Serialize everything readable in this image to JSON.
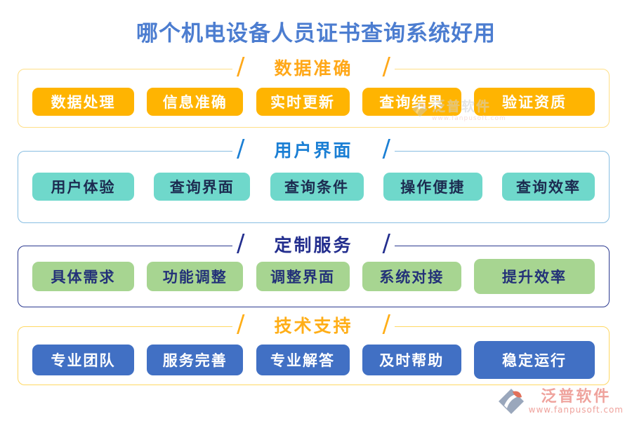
{
  "page": {
    "title": "哪个机电设备人员证书查询系统好用",
    "title_color": "#4c7dd0"
  },
  "decor": {
    "slash": "/"
  },
  "sections": [
    {
      "title": "数据准确",
      "items": [
        "数据处理",
        "信息准确",
        "实时更新",
        "查询结果",
        "验证资质"
      ],
      "colors": {
        "border": "#ffdf87",
        "title": "#ffa819",
        "button_bg": "#ffb401",
        "button_text": "#ffffff"
      }
    },
    {
      "title": "用户界面",
      "items": [
        "用户体验",
        "查询界面",
        "查询条件",
        "操作便捷",
        "查询效率"
      ],
      "colors": {
        "border": "#88bee2",
        "title": "#1b7fd4",
        "button_bg": "#6fd8cb",
        "button_text": "#1c2b50"
      }
    },
    {
      "title": "定制服务",
      "items": [
        "具体需求",
        "功能调整",
        "调整界面",
        "系统对接",
        "提升效率"
      ],
      "colors": {
        "border": "#2b3990",
        "title": "#232e8e",
        "button_bg": "#a7d591",
        "button_text": "#233178"
      }
    },
    {
      "title": "技术支持",
      "items": [
        "专业团队",
        "服务完善",
        "专业解答",
        "及时帮助",
        "稳定运行"
      ],
      "colors": {
        "border": "#ffd863",
        "title": "#ffae17",
        "button_bg": "#4170c4",
        "button_text": "#ffffff"
      }
    }
  ],
  "watermark": {
    "text": "泛普软件",
    "url": "www.fanpusoft.com"
  },
  "logo": {
    "name": "泛普软件",
    "url": "www.fanpusoft.com"
  }
}
